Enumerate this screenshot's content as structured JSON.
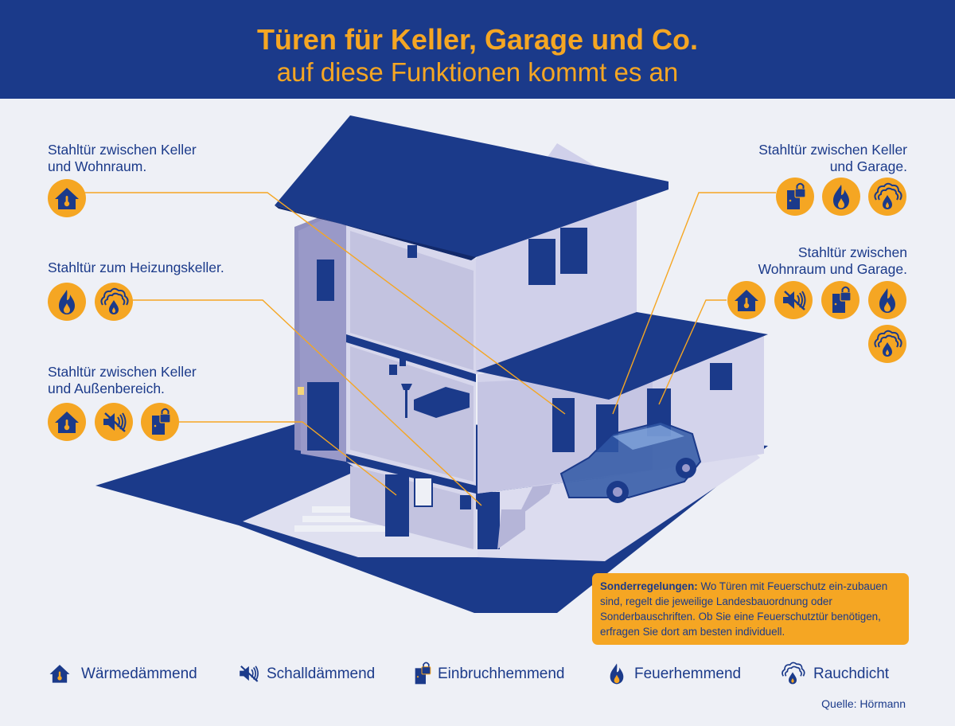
{
  "header": {
    "title": "Türen für Keller, Garage und Co.",
    "subtitle": "auf diese Funktionen kommt es an"
  },
  "colors": {
    "navy": "#1b3a8a",
    "orange": "#f5a623",
    "background": "#eef0f6",
    "wall": "#c9c9e4"
  },
  "labels": {
    "keller_wohnraum": {
      "line1": "Stahltür zwischen Keller",
      "line2": "und Wohnraum.",
      "icons": [
        "waermedaemmend-icon"
      ]
    },
    "heizungskeller": {
      "line1": "Stahltür zum Heizungskeller.",
      "icons": [
        "feuerhemmend-icon",
        "rauchdicht-icon"
      ]
    },
    "keller_aussen": {
      "line1": "Stahltür zwischen Keller",
      "line2": "und Außenbereich.",
      "icons": [
        "waermedaemmend-icon",
        "schalldaemmend-icon",
        "einbruchhemmend-icon"
      ]
    },
    "keller_garage": {
      "line1": "Stahltür zwischen Keller",
      "line2": "und Garage.",
      "icons": [
        "einbruchhemmend-icon",
        "feuerhemmend-icon",
        "rauchdicht-icon"
      ]
    },
    "wohnraum_garage": {
      "line1": "Stahltür zwischen",
      "line2": "Wohnraum und Garage.",
      "icons": [
        "waermedaemmend-icon",
        "schalldaemmend-icon",
        "einbruchhemmend-icon",
        "feuerhemmend-icon",
        "rauchdicht-icon"
      ]
    }
  },
  "note": {
    "bold": "Sonderregelungen:",
    "text": " Wo Türen mit Feuerschutz ein-zubauen sind, regelt die jeweilige Landesbauordnung oder Sonderbauschriften. Ob Sie eine Feuerschutztür benötigen, erfragen Sie dort am besten individuell."
  },
  "legend": {
    "waermedaemmend": "Wärmedämmend",
    "schalldaemmend": "Schalldämmend",
    "einbruchhemmend": "Einbruchhemmend",
    "feuerhemmend": "Feuerhemmend",
    "rauchdicht": "Rauchdicht"
  },
  "source": "Quelle: Hörmann"
}
